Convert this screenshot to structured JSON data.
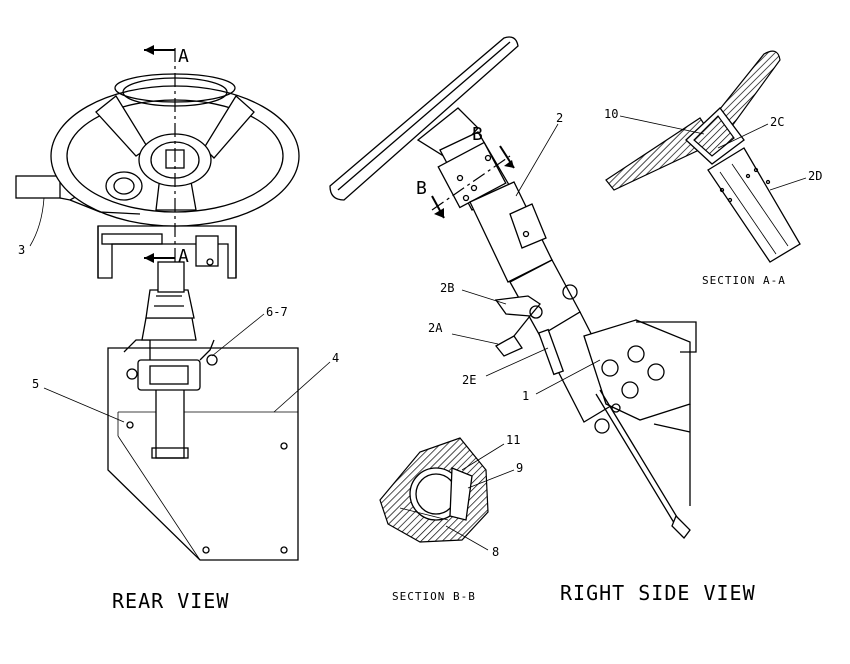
{
  "section_markers": {
    "a_top": "A",
    "a_bottom": "A",
    "b_top": "B",
    "b_bottom": "B"
  },
  "callouts": {
    "c1": "1",
    "c2": "2",
    "c2a": "2A",
    "c2b": "2B",
    "c2c": "2C",
    "c2d": "2D",
    "c2e": "2E",
    "c3": "3",
    "c4": "4",
    "c5": "5",
    "c67": "6-7",
    "c8": "8",
    "c9": "9",
    "c10": "10",
    "c11": "11"
  },
  "captions": {
    "rear_view": "REAR VIEW",
    "right_side_view": "RIGHT SIDE VIEW",
    "section_aa": "SECTION A-A",
    "section_bb": "SECTION B-B"
  }
}
